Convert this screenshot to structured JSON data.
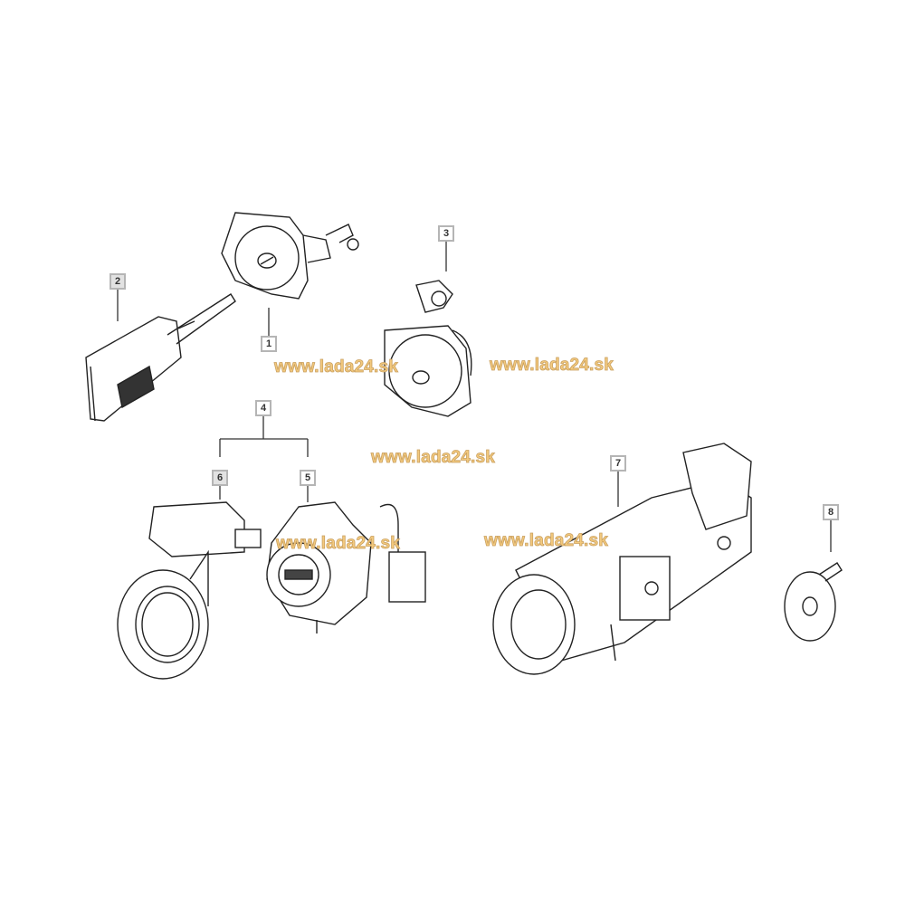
{
  "diagram": {
    "callouts": [
      "1",
      "2",
      "3",
      "4",
      "5",
      "6",
      "7",
      "8"
    ],
    "watermark": "www.lada24.sk",
    "colors": {
      "watermark": "#f3c97d",
      "line": "#222222",
      "callout_border": "#b5b5b5"
    }
  }
}
